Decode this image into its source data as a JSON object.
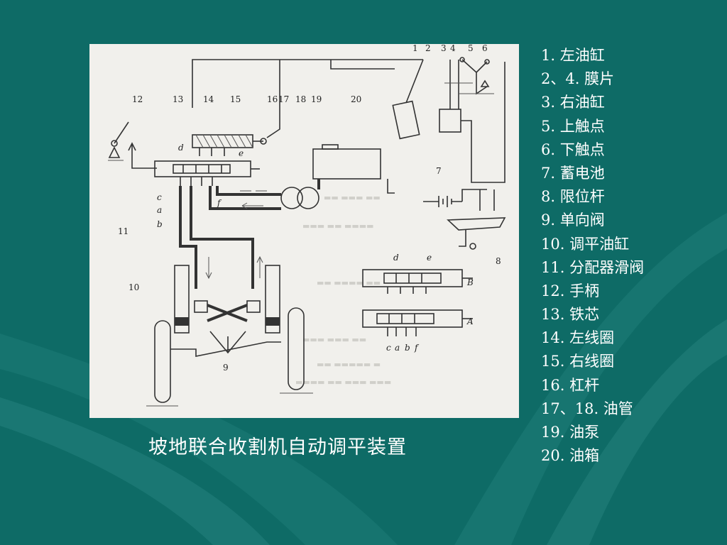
{
  "caption": "坡地联合收割机自动调平装置",
  "legend": [
    "1.  左油缸",
    "2、4.  膜片",
    "3.  右油缸",
    "5.  上触点",
    "6.  下触点",
    "7.  蓄电池",
    "8.  限位杆",
    "9.  单向阀",
    "10.  调平油缸",
    "11.  分配器滑阀",
    "12.  手柄",
    "13.  铁芯",
    "14.  左线圈",
    "15.  右线圈",
    "16.  杠杆",
    "17、18.   油管",
    "19.   油泵",
    "20.   油箱"
  ],
  "diagram_labels": {
    "n1": "1",
    "n2": "2",
    "n3": "3",
    "n4": "4",
    "n5": "5",
    "n6": "6",
    "n7": "7",
    "n8": "8",
    "n9": "9",
    "n10": "10",
    "n11": "11",
    "n12": "12",
    "n13": "13",
    "n14": "14",
    "n15": "15",
    "n16": "16",
    "n17": "17",
    "n18": "18",
    "n19": "19",
    "n20": "20",
    "d": "d",
    "e": "e",
    "c": "c",
    "a": "a",
    "b": "b",
    "f": "f",
    "d2": "d",
    "e2": "e",
    "B": "B",
    "A": "A",
    "c3": "c",
    "a3": "a",
    "b3": "b",
    "f3": "f"
  },
  "colors": {
    "background": "#0e6b66",
    "figure_bg": "#f1f0ec"
  }
}
